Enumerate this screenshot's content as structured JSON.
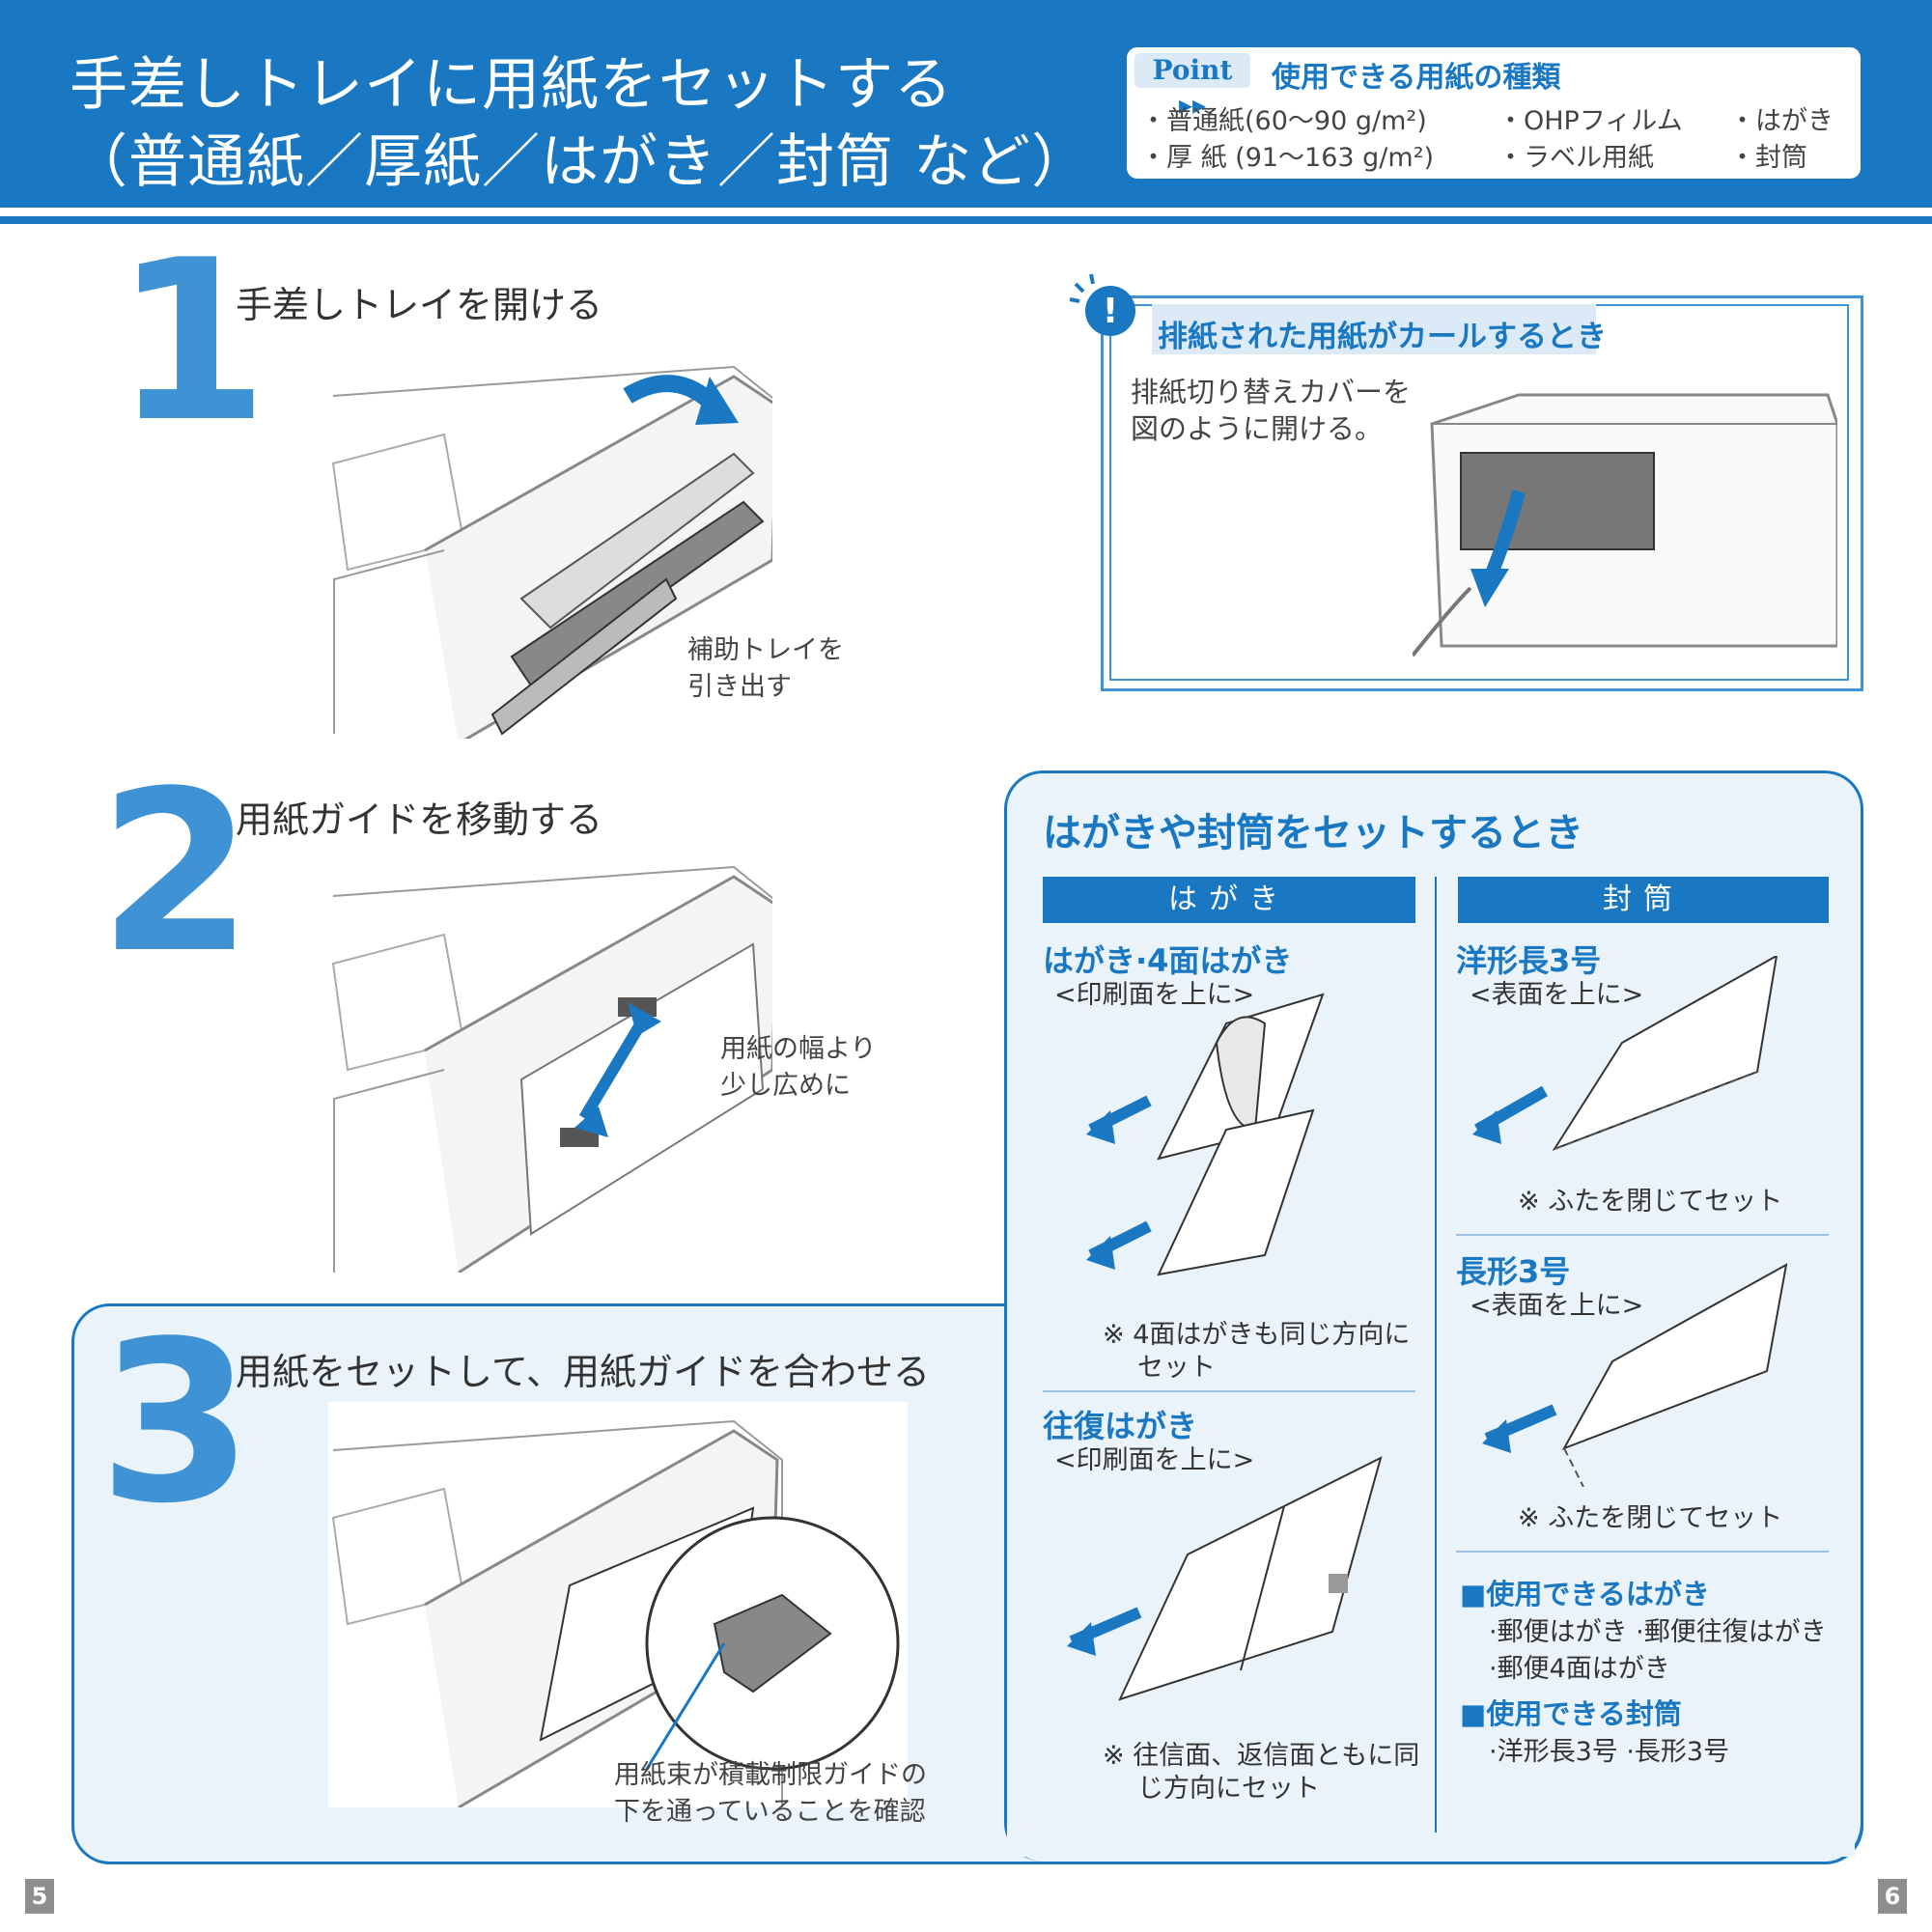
{
  "header": {
    "title_line1": "手差しトレイに用紙をセットする",
    "title_line2": "（普通紙／厚紙／はがき／封筒 など）"
  },
  "point": {
    "badge": "Point",
    "title": "使用できる用紙の種類",
    "items": [
      "・普通紙(60〜90 g/m²)",
      "・OHPフィルム",
      "・はがき",
      "・厚 紙 (91〜163 g/m²)",
      "・ラベル用紙",
      "・封筒"
    ]
  },
  "steps": [
    {
      "number": "1",
      "text": "手差しトレイを開ける",
      "caption": [
        "補助トレイを",
        "引き出す"
      ]
    },
    {
      "number": "2",
      "text": "用紙ガイドを移動する",
      "caption": [
        "用紙の幅より",
        "少し広めに"
      ]
    },
    {
      "number": "3",
      "text": "用紙をセットして、用紙ガイドを合わせる",
      "caption": [
        "用紙束が積載制限ガイドの",
        "下を通っていることを確認"
      ]
    }
  ],
  "curl_tip": {
    "title": "排紙された用紙がカールするとき",
    "body": [
      "排紙切り替えカバーを",
      "図のように開ける。"
    ]
  },
  "postcard_panel": {
    "title": "はがきや封筒をセットするとき",
    "postcard_header": "はがき",
    "envelope_header": "封筒",
    "postcard_type1": "はがき·4面はがき",
    "postcard_type1_sub": "<印刷面を上に>",
    "postcard_note1": [
      "※ 4面はがきも同じ方向に",
      "セット"
    ],
    "postcard_type2": "往復はがき",
    "postcard_type2_sub": "<印刷面を上に>",
    "postcard_note2": [
      "※ 往信面、返信面ともに同",
      "じ方向にセット"
    ],
    "env_type1": "洋形長3号",
    "env_type1_sub": "<表面を上に>",
    "env_note1": "※ ふたを閉じてセット",
    "env_type2": "長形3号",
    "env_type2_sub": "<表面を上に>",
    "env_note2": "※ ふたを閉じてセット",
    "usable_postcards_title": "■使用できるはがき",
    "usable_postcards": [
      "·郵便はがき ·郵便往復はがき",
      "·郵便4面はがき"
    ],
    "usable_envelopes_title": "■使用できる封筒",
    "usable_envelopes": [
      "·洋形長3号 ·長形3号"
    ]
  },
  "page_numbers": {
    "left": "5",
    "right": "6"
  },
  "colors": {
    "brand_blue": "#1a78c2",
    "light_blue": "#3f92d4",
    "panel_bg": "#eaf3fa"
  }
}
